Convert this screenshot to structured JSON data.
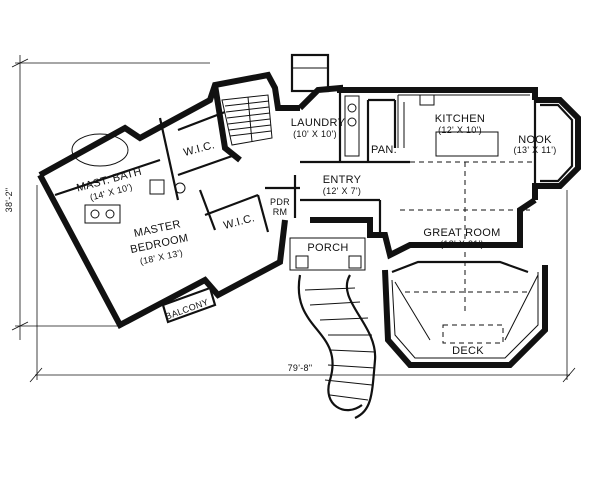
{
  "rooms": {
    "laundry": {
      "name": "LAUNDRY",
      "size": "(10' X 10')"
    },
    "kitchen": {
      "name": "KITCHEN",
      "size": "(12' X 10')"
    },
    "nook": {
      "name": "NOOK",
      "size": "(13' X 11')"
    },
    "mast_bath": {
      "name": "MAST. BATH",
      "size": "(14' X 10')"
    },
    "wic_upper": {
      "name": "W.I.C."
    },
    "wic_lower": {
      "name": "W.I.C."
    },
    "pantry": {
      "name": "PAN."
    },
    "entry": {
      "name": "ENTRY",
      "size": "(12' X 7')"
    },
    "pdr_rm": {
      "line1": "PDR",
      "line2": "RM"
    },
    "master_bedroom": {
      "line1": "MASTER",
      "line2": "BEDROOM",
      "size": "(18' X 13')"
    },
    "great_room": {
      "name": "GREAT ROOM",
      "size": "(18' X 21')"
    },
    "porch": {
      "name": "PORCH"
    },
    "balcony": {
      "name": "BALCONY"
    },
    "deck": {
      "name": "DECK"
    }
  },
  "dimensions": {
    "width": "79'-8\"",
    "depth": "38'-2\""
  }
}
